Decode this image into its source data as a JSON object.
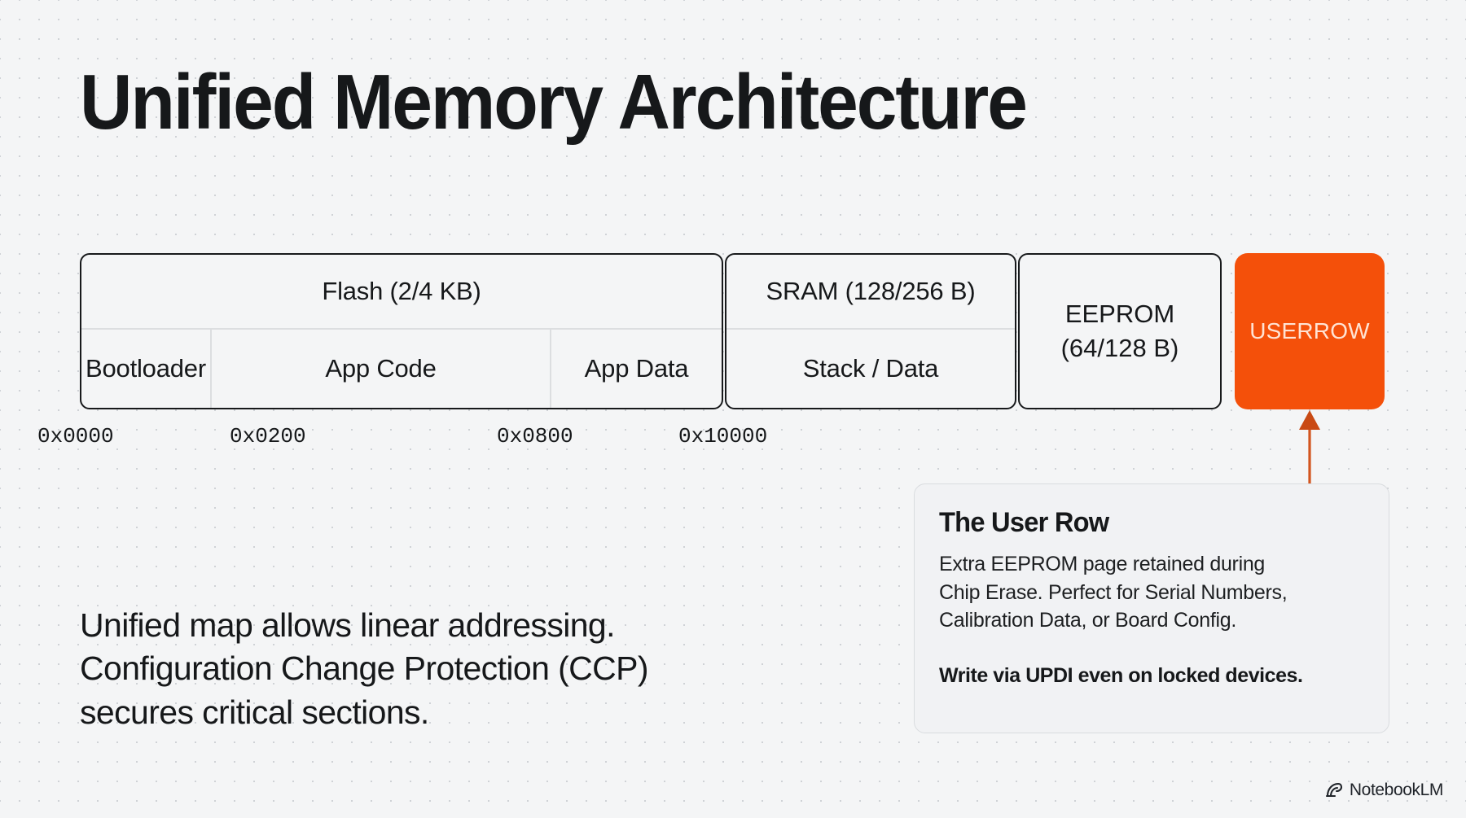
{
  "slide": {
    "title": "Unified Memory Architecture",
    "background_color": "#f4f5f6",
    "accent_color": "#f4500a"
  },
  "memory_map": {
    "blocks": [
      {
        "name": "flash",
        "header": "Flash (2/4 KB)",
        "subcells": [
          "Bootloader",
          "App Code",
          "App Data"
        ]
      },
      {
        "name": "sram",
        "header": "SRAM (128/256 B)",
        "subcells": [
          "Stack / Data"
        ]
      },
      {
        "name": "eeprom",
        "header_line_1": "EEPROM",
        "header_line_2": "(64/128 B)",
        "subcells": []
      }
    ],
    "userrow": {
      "label": "USERROW",
      "fill_color": "#f4500a",
      "text_color": "#ffe3d4"
    },
    "addresses": [
      "0x0000",
      "0x0200",
      "0x0800",
      "0x10000"
    ]
  },
  "body_text": {
    "line_1": "Unified map allows linear addressing.",
    "line_2": "Configuration Change Protection (CCP)",
    "line_3": "secures critical sections."
  },
  "info_card": {
    "title": "The User Row",
    "body_line_1": "Extra EEPROM page retained during",
    "body_line_2": "Chip Erase. Perfect for Serial Numbers,",
    "body_line_3": "Calibration Data, or Board Config.",
    "note": "Write via UPDI even on locked devices."
  },
  "watermark": {
    "label": "NotebookLM"
  }
}
